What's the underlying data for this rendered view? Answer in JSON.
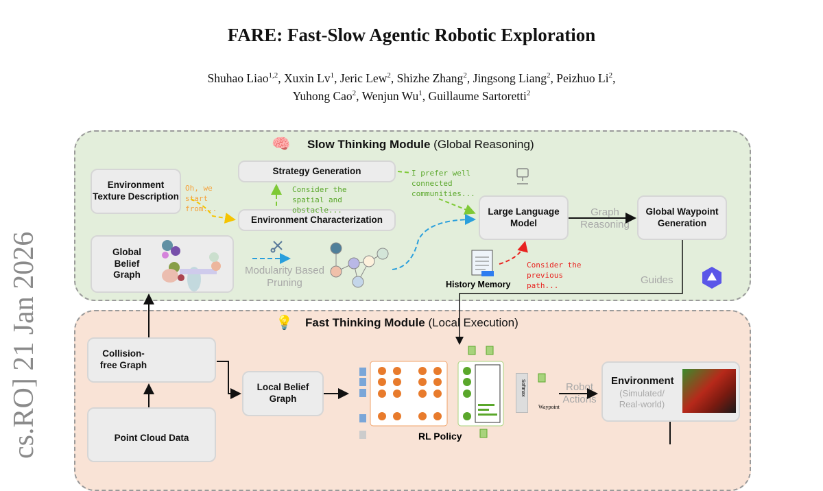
{
  "paper": {
    "title": "FARE: Fast-Slow Agentic Robotic Exploration",
    "authors_line1": [
      {
        "name": "Shuhao Liao",
        "aff": "1,2"
      },
      {
        "name": "Xuxin Lv",
        "aff": "1"
      },
      {
        "name": "Jeric Lew",
        "aff": "2"
      },
      {
        "name": "Shizhe Zhang",
        "aff": "2"
      },
      {
        "name": "Jingsong Liang",
        "aff": "2"
      },
      {
        "name": "Peizhuo Li",
        "aff": "2"
      }
    ],
    "authors_line2": [
      {
        "name": "Yuhong Cao",
        "aff": "2"
      },
      {
        "name": "Wenjun Wu",
        "aff": "1"
      },
      {
        "name": "Guillaume Sartoretti",
        "aff": "2"
      }
    ],
    "arxiv_stamp": "cs.RO]  21 Jan 2026"
  },
  "figure": {
    "slow": {
      "title_bold": "Slow Thinking Module",
      "title_rest": " (Global Reasoning)",
      "env_texture": "Environment Texture Description",
      "strategy": "Strategy Generation",
      "env_char": "Environment Characterization",
      "global_belief": "Global Belief Graph",
      "llm": "Large Language Model",
      "gwg": "Global Waypoint Generation",
      "history": "History Memory",
      "note_orange": "Oh, we start from...",
      "note_green1": "Consider the spatial and obstacle...",
      "note_green2": "I prefer well connected communities...",
      "note_red": "Consider the previous path...",
      "pruning": "Modularity Based Pruning",
      "graph_reasoning": "Graph Reasoning",
      "guides": "Guides"
    },
    "fast": {
      "title_bold": "Fast Thinking Module",
      "title_rest": " (Local Execution)",
      "collision": "Collision-free Graph",
      "local_belief": "Local Belief Graph",
      "softmax": "Softmax",
      "waypoint": "Waypoint",
      "robot_actions": "Robot Actions",
      "environment": "Environment",
      "env_sub": "(Simulated/ Real-world)",
      "rl_policy": "RL Policy",
      "point_cloud": "Point Cloud Data"
    }
  }
}
